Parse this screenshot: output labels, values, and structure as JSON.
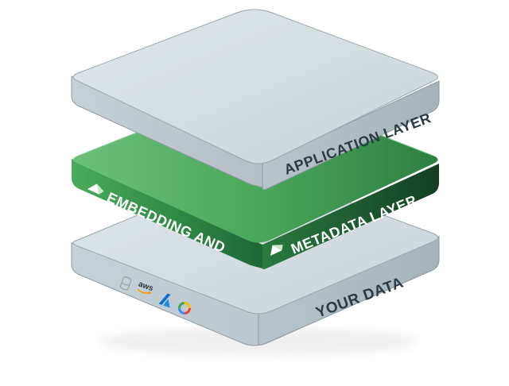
{
  "layers": {
    "application": {
      "label": "APPLICATION LAYER"
    },
    "embedding": {
      "label_left": "EMBEDDING AND",
      "label_right": "METADATA LAYER",
      "icon": "leaf-logo-icon"
    },
    "data": {
      "label": "YOUR DATA",
      "icons": [
        "database-icon",
        "aws-logo-icon",
        "azure-logo-icon",
        "google-cloud-logo-icon"
      ],
      "aws_text": "aws"
    }
  },
  "colors": {
    "slab_top": "#d3dde2",
    "slab_front": "#bfcbd1",
    "slab_side": "#a9b6bd",
    "green_top": "#45a457",
    "green_front": "#2f8a45",
    "green_dark": "#17512c",
    "label_dark": "#2b3a42",
    "label_light": "#ffffff"
  }
}
